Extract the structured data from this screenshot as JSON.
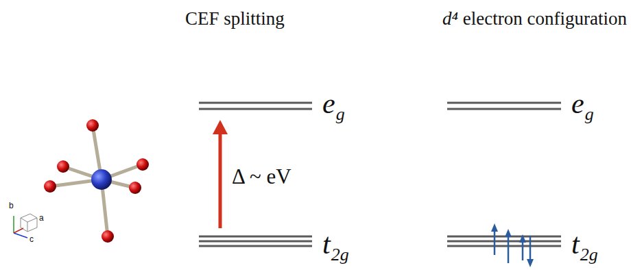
{
  "diagram": {
    "labels": [
      "CEF splitting",
      "d⁴",
      "electron configuration",
      "e",
      "g",
      "t",
      "2g",
      "Δ ~ eV",
      "e",
      "g",
      "t",
      "2g",
      "b",
      "a",
      "c"
    ]
  }
}
